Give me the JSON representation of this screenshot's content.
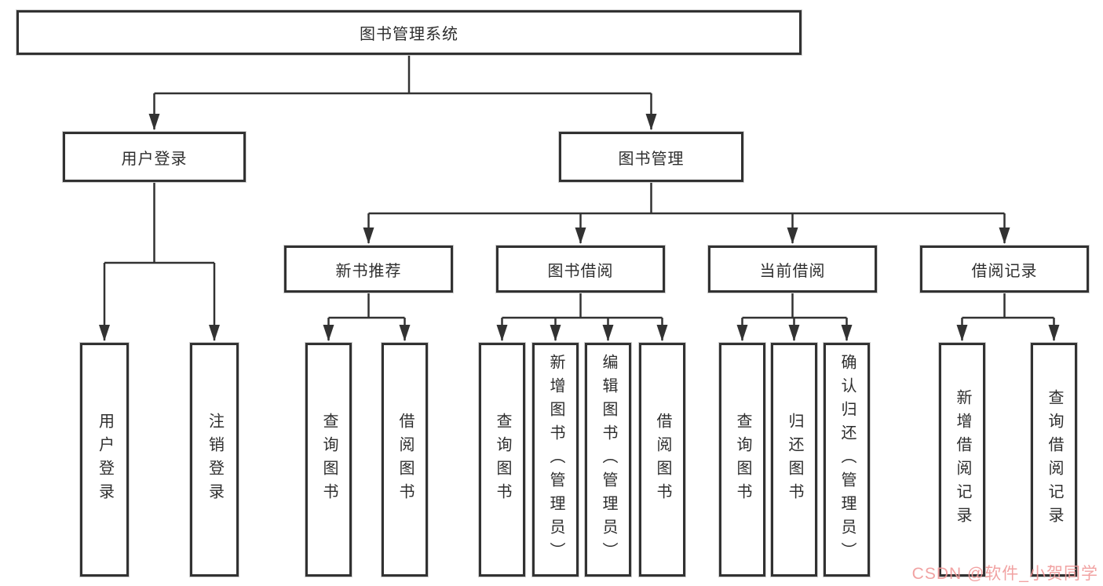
{
  "colors": {
    "line": "#323232",
    "box_border": "#323232",
    "text": "#2e2e2e",
    "background": "#ffffff",
    "watermark": "#f09898"
  },
  "tree": {
    "root": "图书管理系统",
    "branches": [
      {
        "label": "用户登录",
        "children": [
          "用户登录",
          "注销登录"
        ]
      },
      {
        "label": "图书管理",
        "sections": [
          {
            "label": "新书推荐",
            "children": [
              "查询图书",
              "借阅图书"
            ]
          },
          {
            "label": "图书借阅",
            "children": [
              "查询图书",
              "新增图书（管理员）",
              "编辑图书（管理员）",
              "借阅图书"
            ]
          },
          {
            "label": "当前借阅",
            "children": [
              "查询图书",
              "归还图书",
              "确认归还（管理员）"
            ]
          },
          {
            "label": "借阅记录",
            "children": [
              "新增借阅记录",
              "查询借阅记录"
            ]
          }
        ]
      }
    ]
  },
  "watermark": "CSDN @软件_小贺同学"
}
